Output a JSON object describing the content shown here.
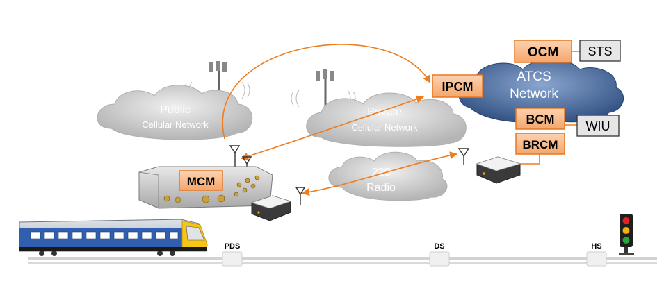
{
  "clouds": {
    "public": {
      "line1": "Public",
      "line2": "Cellular Network"
    },
    "private": {
      "line1": "Private",
      "line2": "Cellular Network"
    },
    "radio": {
      "line1": "220",
      "line2": "Radio"
    },
    "atcs": {
      "line1": "ATCS",
      "line2": "Network"
    }
  },
  "modules": {
    "ocm": "OCM",
    "ipcm": "IPCM",
    "bcm": "BCM",
    "brcm": "BRCM",
    "mcm": "MCM"
  },
  "systems": {
    "sts": "STS",
    "wiu": "WIU"
  },
  "wayside": {
    "pds": "PDS",
    "ds": "DS",
    "hs": "HS"
  },
  "colors": {
    "module_fill": "#f9b98a",
    "module_border": "#e87722",
    "arrow": "#ef7d1f",
    "cloud": "#c8c8c8",
    "atcs_cloud": "#3c5d8f",
    "system_fill": "#e6e6e6",
    "train_blue": "#2f5fae",
    "train_yellow": "#f5c518"
  }
}
